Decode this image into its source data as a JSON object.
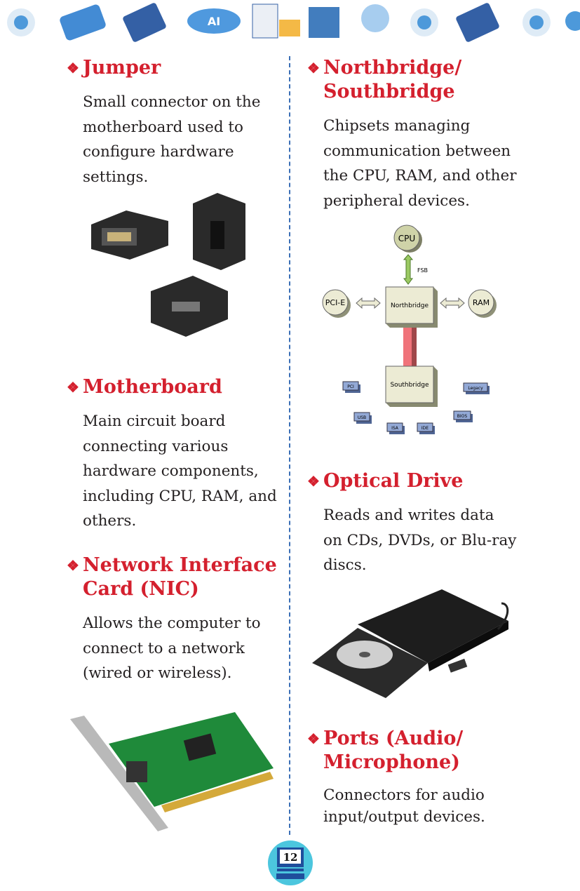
{
  "left": [
    {
      "title": [
        "Jumper"
      ],
      "body": [
        "Small connector on the",
        "motherboard used to",
        "configure hardware",
        "settings."
      ]
    },
    {
      "title": [
        "Motherboard"
      ],
      "body": [
        "Main circuit board",
        "connecting various",
        "hardware components,",
        "including CPU, RAM, and",
        "others."
      ]
    },
    {
      "title": [
        "Network Interface",
        "Card (NIC)"
      ],
      "body": [
        "Allows the computer to",
        "connect to a network",
        "(wired or wireless)."
      ]
    }
  ],
  "right": [
    {
      "title": [
        "Northbridge/",
        "Southbridge"
      ],
      "body": [
        "Chipsets managing",
        "communication between",
        "the CPU, RAM, and other",
        "peripheral devices."
      ]
    },
    {
      "title": [
        "Optical Drive"
      ],
      "body": [
        "Reads and writes data",
        "on CDs, DVDs, or Blu-ray",
        "discs."
      ]
    },
    {
      "title": [
        "Ports (Audio/",
        "Microphone)"
      ],
      "body": [
        "Connectors for audio",
        "input/output devices."
      ]
    }
  ],
  "diagram": {
    "cpu": "CPU",
    "fsb": "FSB",
    "pcie": "PCI-E",
    "northbridge": "Northbridge",
    "ram": "RAM",
    "southbridge": "Southbridge",
    "pci": "PCI",
    "usb": "USB",
    "isa": "ISA",
    "ide": "IDE",
    "bios": "BIOS",
    "legacy": "Legacy"
  },
  "banner_ai": "AI",
  "page_number": "12",
  "colors": {
    "heading": "#d4202e",
    "divider": "#3b6fb6",
    "page_badge": "#4cc6de"
  }
}
